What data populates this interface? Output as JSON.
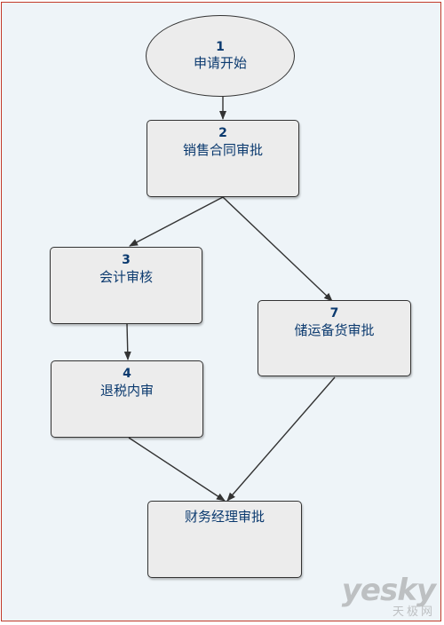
{
  "nodes": {
    "n1": {
      "num": "1",
      "label": "申请开始"
    },
    "n2": {
      "num": "2",
      "label": "销售合同审批"
    },
    "n3": {
      "num": "3",
      "label": "会计审核"
    },
    "n4": {
      "num": "4",
      "label": "退税内审"
    },
    "n7": {
      "num": "7",
      "label": "储运备货审批"
    },
    "final": {
      "label": "财务经理审批"
    }
  },
  "edges": [
    {
      "from": "1",
      "to": "2"
    },
    {
      "from": "2",
      "to": "3"
    },
    {
      "from": "2",
      "to": "7"
    },
    {
      "from": "3",
      "to": "4"
    },
    {
      "from": "4",
      "to": "final"
    },
    {
      "from": "7",
      "to": "final"
    }
  ],
  "watermark": {
    "main": "yesky",
    "sub": "天极网"
  },
  "colors": {
    "border": "#c23a2a",
    "background": "#eef4f8",
    "node_fill": "#ececec",
    "text": "#0b3a6f",
    "arrow": "#333333"
  }
}
